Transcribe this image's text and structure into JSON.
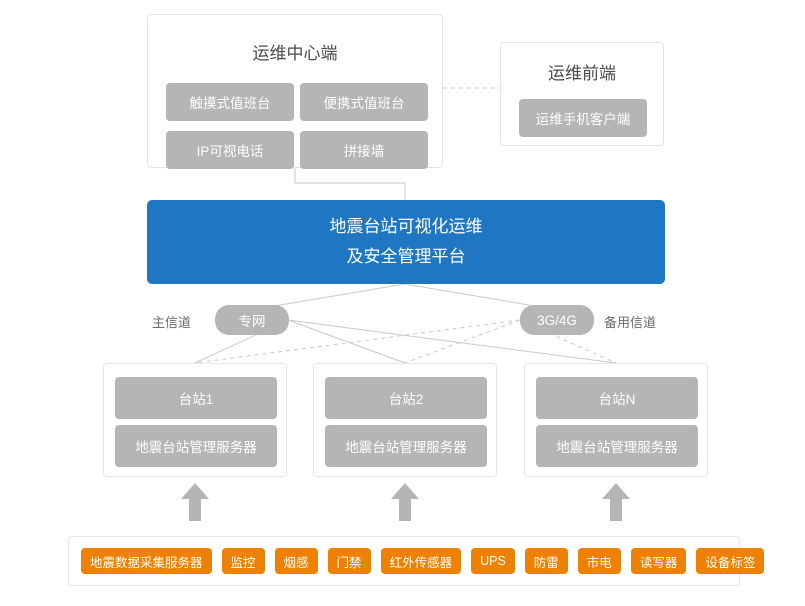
{
  "diagram": {
    "title_ops_center": "运维中心端",
    "title_ops_front": "运维前端",
    "ops_center_items": [
      "触摸式值班台",
      "便携式值班台",
      "IP可视电话",
      "拼接墙"
    ],
    "ops_front_items": [
      "运维手机客户端"
    ],
    "platform_line1": "地震台站可视化运维",
    "platform_line2": "及安全管理平台",
    "channel_main_label": "主信道",
    "channel_main_pill": "专网",
    "channel_backup_pill": "3G/4G",
    "channel_backup_label": "备用信道",
    "stations": [
      {
        "name": "台站1",
        "server": "地震台站管理服务器"
      },
      {
        "name": "台站2",
        "server": "地震台站管理服务器"
      },
      {
        "name": "台站N",
        "server": "地震台站管理服务器"
      }
    ],
    "devices": [
      "地震数据采集服务器",
      "监控",
      "烟感",
      "门禁",
      "红外传感器",
      "UPS",
      "防雷",
      "市电",
      "读写器",
      "设备标签"
    ],
    "colors": {
      "blue": "#1f76c2",
      "gray": "#b5b5b5",
      "orange": "#ee8101",
      "line": "#c9c9c9",
      "arrow": "#b5b5b5"
    }
  }
}
